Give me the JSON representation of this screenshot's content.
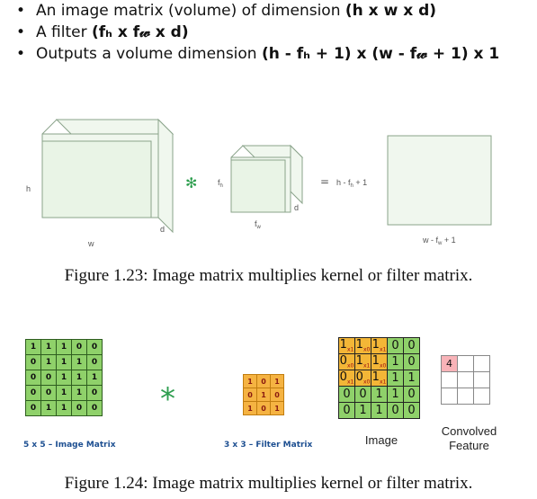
{
  "bullets": [
    {
      "text": "An image matrix (volume) of dimension ",
      "bold": "(h x w x d)"
    },
    {
      "text": "A filter ",
      "bold": "(fₕ x f𝓌 x d)"
    },
    {
      "text": "Outputs a volume dimension ",
      "bold": "(h - fₕ + 1) x (w - f𝓌 + 1) x 1"
    }
  ],
  "figure1": {
    "labels": {
      "h": "h",
      "w": "w",
      "d": "d",
      "fh": "f",
      "fh_sub": "h",
      "fw": "f",
      "fw_sub": "w",
      "d2": "d",
      "eq": "=",
      "out_h": "h - f",
      "out_h_sub": "h",
      "out_h_tail": " + 1",
      "out_w": "w - f",
      "out_w_sub": "w",
      "out_w_tail": " + 1"
    },
    "star": "✻",
    "caption": "Figure 1.23: Image matrix multiplies kernel or filter matrix."
  },
  "figure2": {
    "image_matrix": [
      [
        1,
        1,
        1,
        0,
        0
      ],
      [
        0,
        1,
        1,
        1,
        0
      ],
      [
        0,
        0,
        1,
        1,
        1
      ],
      [
        0,
        0,
        1,
        1,
        0
      ],
      [
        0,
        1,
        1,
        0,
        0
      ]
    ],
    "image_matrix_label": "5 x 5 – Image Matrix",
    "star": "*",
    "filter_matrix": [
      [
        1,
        0,
        1
      ],
      [
        0,
        1,
        0
      ],
      [
        1,
        0,
        1
      ]
    ],
    "filter_matrix_label": "3 x 3 – Filter Matrix",
    "image_grid": [
      [
        1,
        1,
        1,
        0,
        0
      ],
      [
        0,
        1,
        1,
        1,
        0
      ],
      [
        0,
        0,
        1,
        1,
        1
      ],
      [
        0,
        0,
        1,
        1,
        0
      ],
      [
        0,
        1,
        1,
        0,
        0
      ]
    ],
    "image_grid_subs": [
      [
        "x1",
        "x0",
        "x1"
      ],
      [
        "x0",
        "x1",
        "x0"
      ],
      [
        "x1",
        "x0",
        "x1"
      ]
    ],
    "image_label": "Image",
    "convolved": [
      [
        "4",
        "",
        ""
      ],
      [
        "",
        "",
        ""
      ],
      [
        "",
        "",
        ""
      ]
    ],
    "convolved_label_1": "Convolved",
    "convolved_label_2": "Feature",
    "caption": "Figure 1.24: Image matrix multiplies kernel or filter matrix."
  }
}
